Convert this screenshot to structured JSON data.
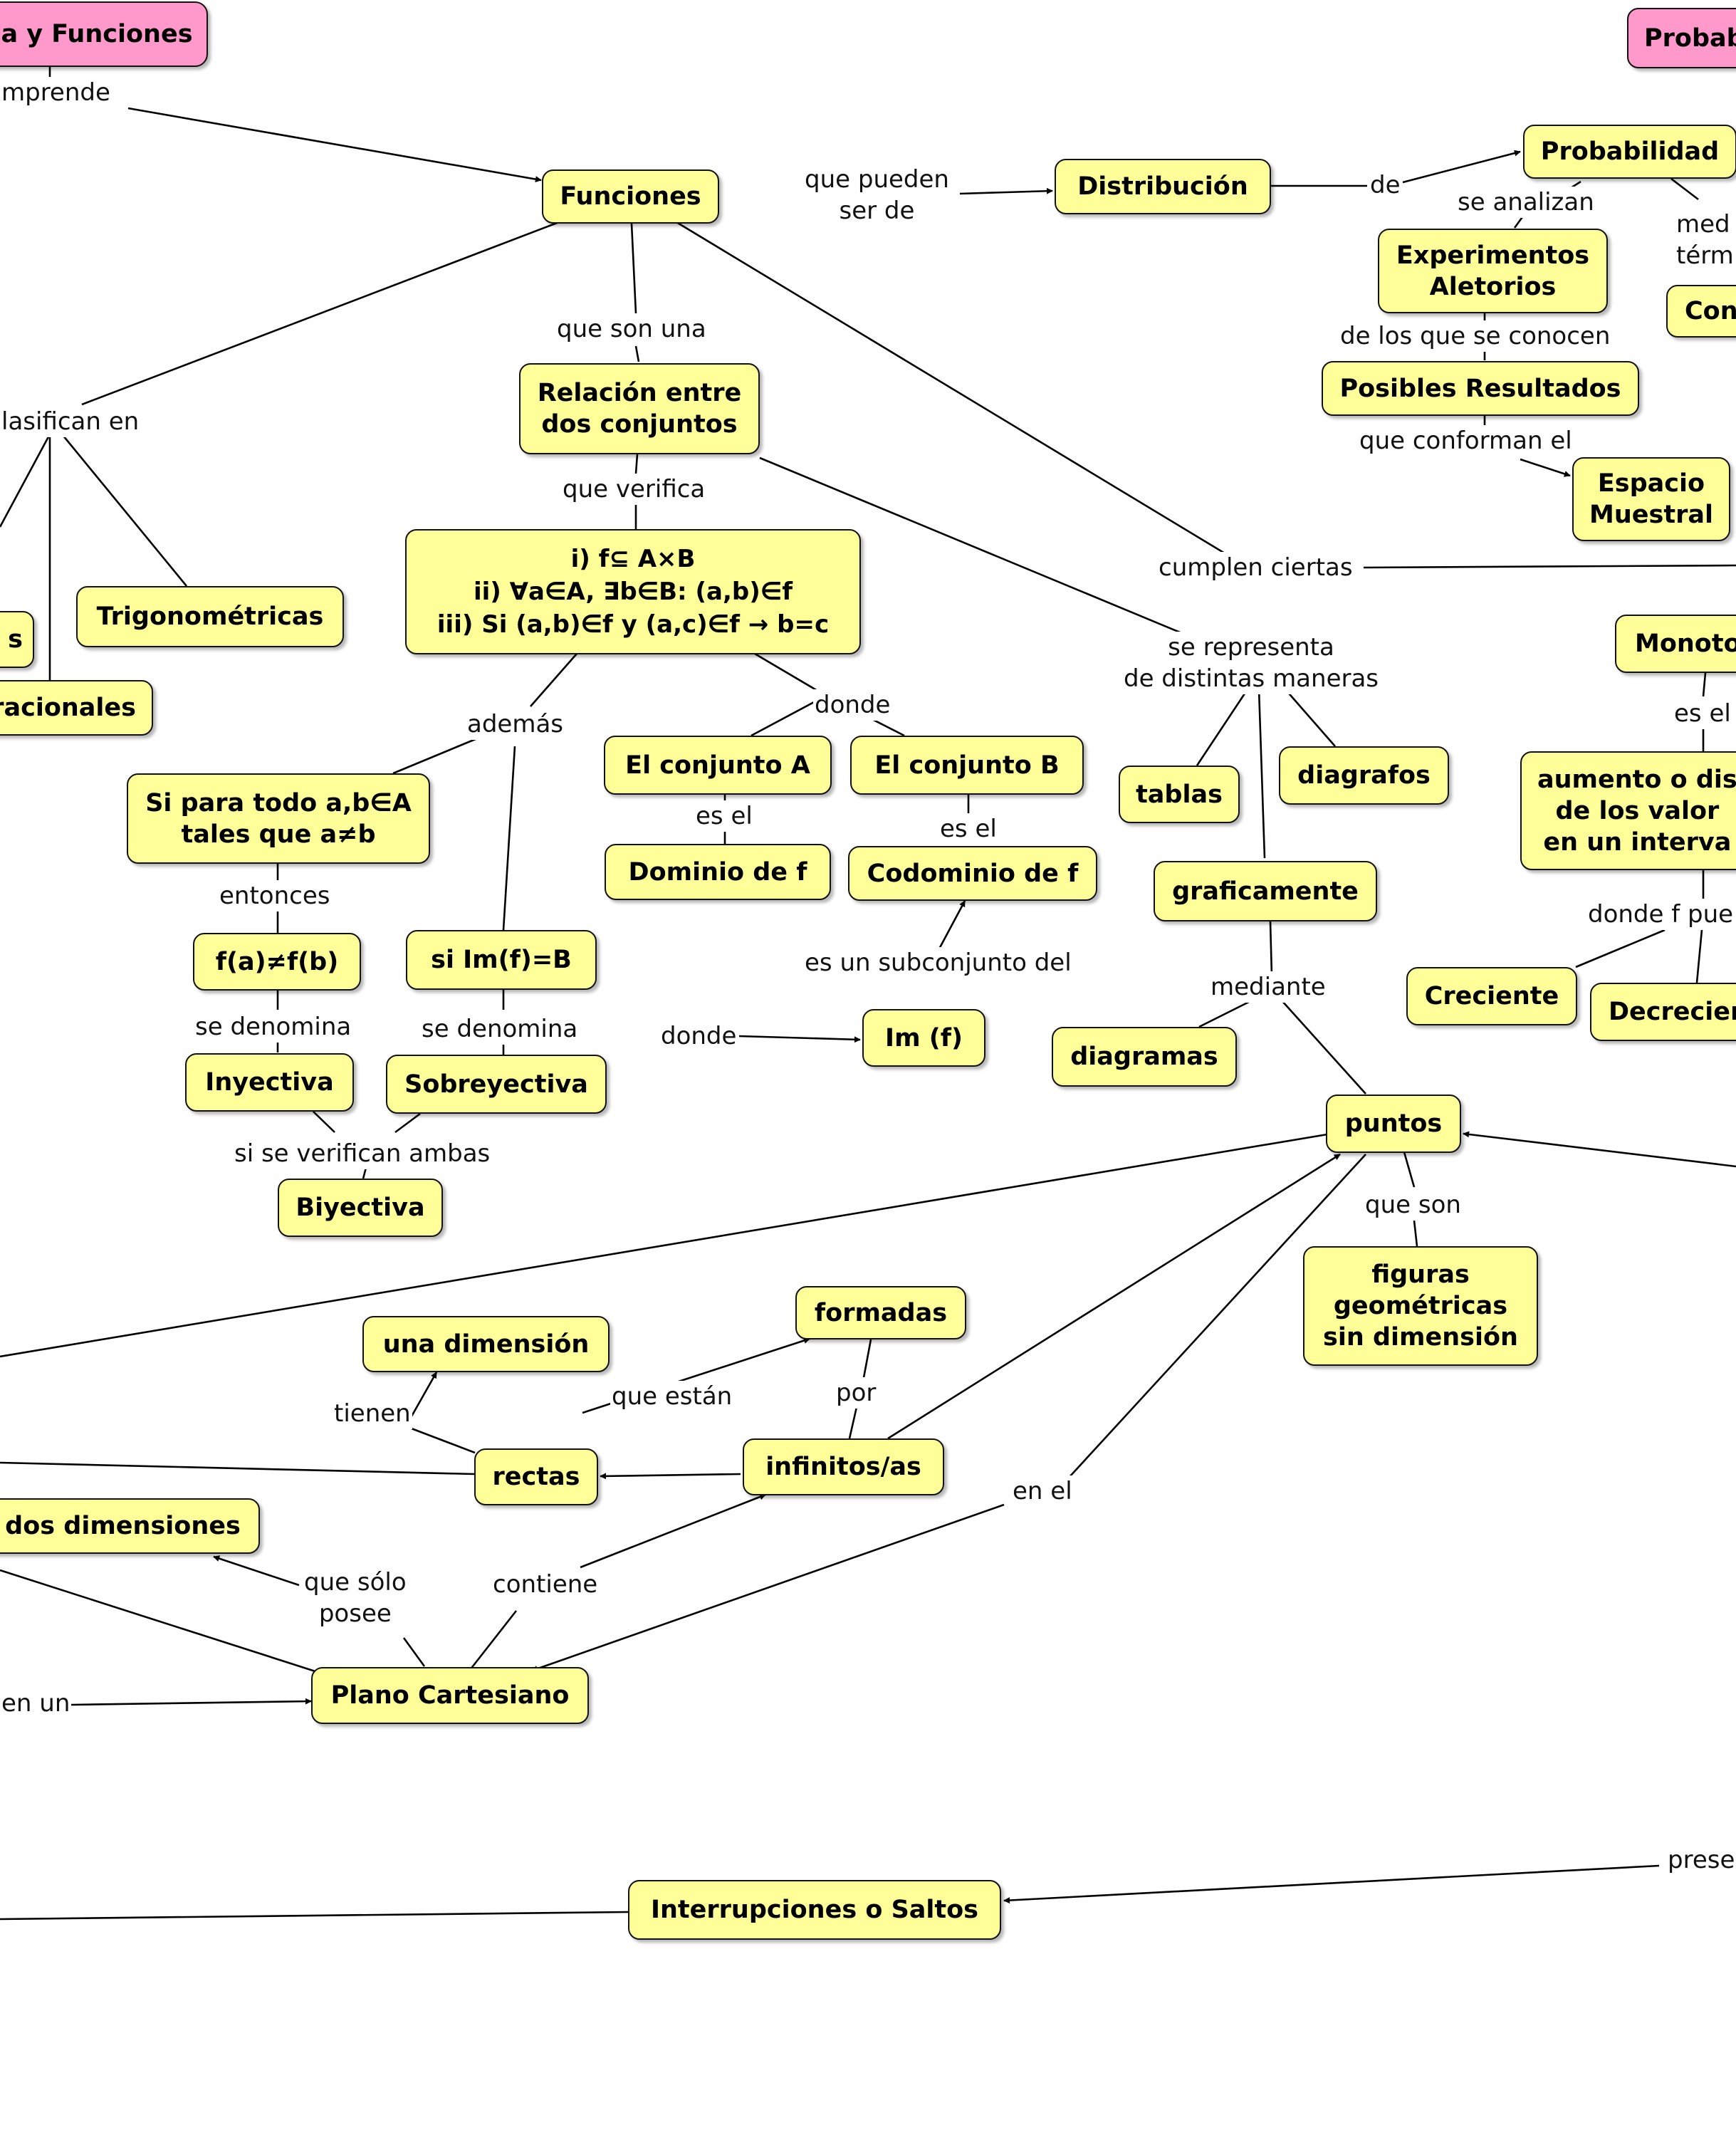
{
  "colors": {
    "concept_fill": "#ffff99",
    "root_fill": "#ff99cc",
    "stroke": "#000000"
  },
  "nodes": {
    "algebra_funciones": "a y Funciones",
    "probab": "Probab",
    "funciones": "Funciones",
    "distribucion": "Distribución",
    "probabilidad": "Probabilidad",
    "experimentos": "Experimentos\nAletorios",
    "con": "Con",
    "posibles": "Posibles Resultados",
    "espacio": "Espacio\nMuestral",
    "relacion": "Relación entre\ndos conjuntos",
    "condiciones": "i) f⊆ A×B\nii) ∀a∈A, ∃b∈B: (a,b)∈f\niii) Si (a,b)∈f y (a,c)∈f → b=c",
    "trig": "Trigonométricas",
    "s_cut": "s",
    "racionales": "racionales",
    "si_para": "Si para todo a,b∈A\ntales que a≠b",
    "conj_a": "El conjunto A",
    "conj_b": "El conjunto B",
    "dominio": "Dominio de f",
    "codominio": "Codominio de f",
    "fab": "f(a)≠f(b)",
    "si_im": "si Im(f)=B",
    "im": "Im (f)",
    "inyectiva": "Inyectiva",
    "sobreyectiva": "Sobreyectiva",
    "biyectiva": "Biyectiva",
    "tablas": "tablas",
    "diagrafos": "diagrafos",
    "graficamente": "graficamente",
    "diagramas": "diagramas",
    "monoto": "Monoto",
    "aumento": "aumento o dis\nde los valor\nen un interva",
    "creciente": "Creciente",
    "decrecien": "Decrecien",
    "puntos": "puntos",
    "figuras": "figuras\ngeométricas\nsin dimensión",
    "una_dim": "una dimensión",
    "formadas": "formadas",
    "rectas": "rectas",
    "infinitos": "infinitos/as",
    "dos_dim": "dos dimensiones",
    "plano": "Plano Cartesiano",
    "interrupciones": "Interrupciones o Saltos"
  },
  "labels": {
    "comprende": "mprende",
    "que_pueden": "que pueden\nser de",
    "de": "de",
    "se_analizan": "se analizan",
    "med": "med\ntérm",
    "de_los_que": "de los que se conocen",
    "que_conforman": "que conforman el",
    "que_son_una": "que son una",
    "clasifican": "lasifican en",
    "que_verifica": "que verifica",
    "cumplen": "cumplen ciertas",
    "se_representa": "se representa\nde distintas maneras",
    "ademas": "además",
    "donde1": "donde",
    "es_el_a": "es el",
    "es_el_b": "es el",
    "es_el_m": "es el",
    "entonces": "entonces",
    "es_subconj": "es un subconjunto del",
    "donde2": "donde",
    "se_denomina1": "se denomina",
    "se_denomina2": "se denomina",
    "mediante": "mediante",
    "donde_f": "donde f pue",
    "si_verifican": "si se verifican ambas",
    "que_son": "que son",
    "tienen": "tienen",
    "que_estan": "que están",
    "por": "por",
    "en_el": "en el",
    "que_solo": "que sólo\nposee",
    "contiene": "contiene",
    "en_un": "en un",
    "prese": "prese"
  }
}
